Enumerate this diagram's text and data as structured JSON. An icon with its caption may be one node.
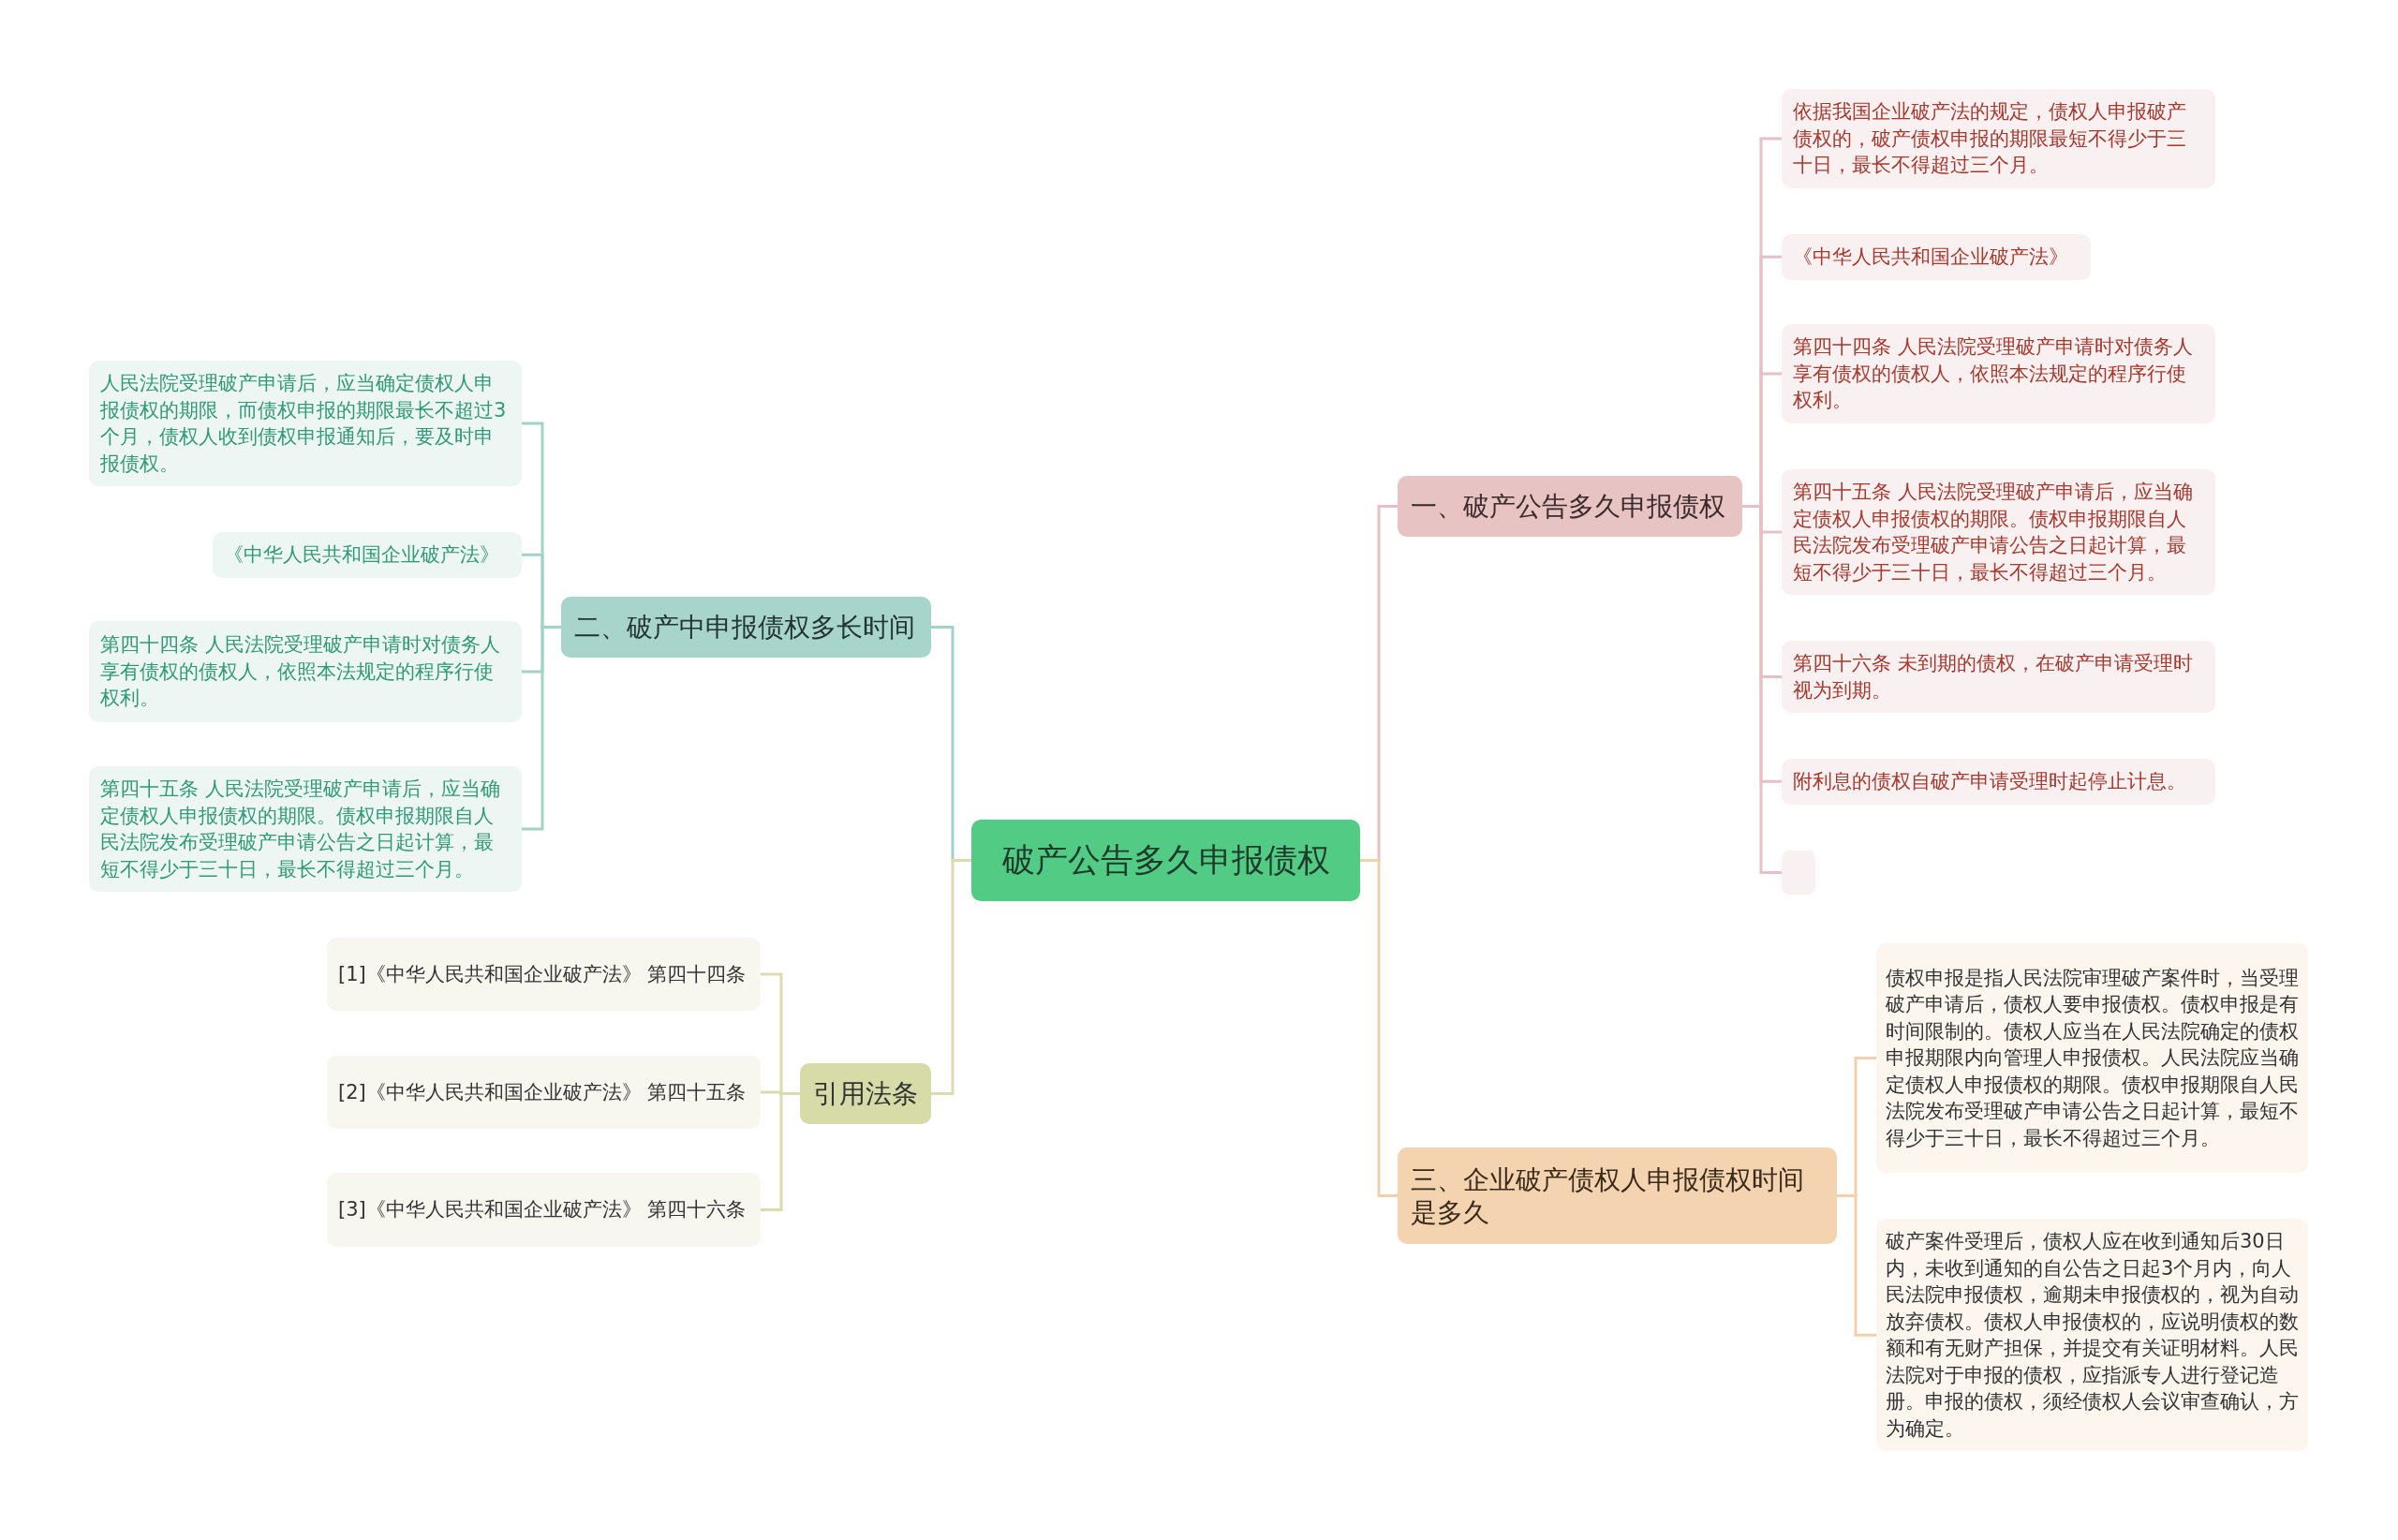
{
  "diagram": {
    "nodes": [
      {
        "text": [
          "破产公告多久申报债权"
        ]
      },
      {
        "text": [
          "一、破产公告多久申报债权"
        ]
      },
      {
        "text": [
          "依据我国企业破产法的规定，债权人申报破产债权的，破产债权申报的期限最短不得少于三十日，最长不得超过三个月。"
        ]
      },
      {
        "text": [
          "《中华人民共和国企业破产法》"
        ]
      },
      {
        "text": [
          "第四十四条 人民法院受理破产申请时对债务人享有债权的债权人，依照本法规定的程序行使权利。"
        ]
      },
      {
        "text": [
          "第四十五条 人民法院受理破产申请后，应当确定债权人申报债权的期限。债权申报期限自人民法院发布受理破产申请公告之日起计算，最短不得少于三十日，最长不得超过三个月。"
        ]
      },
      {
        "text": [
          "第四十六条 未到期的债权，在破产申请受理时视为到期。"
        ]
      },
      {
        "text": [
          "附利息的债权自破产申请受理时起停止计息。"
        ]
      },
      {
        "text": [],
        "shape": "box"
      },
      {
        "text": [
          "二、破产中申报债权多长时间"
        ]
      },
      {
        "text": [
          "人民法院受理破产申请后，应当确定债权人申报债权的期限，而债权申报的期限最长不超过3个月，债权人收到债权申报通知后，要及时申报债权。"
        ]
      },
      {
        "text": [
          "《中华人民共和国企业破产法》"
        ]
      },
      {
        "text": [
          "第四十四条 人民法院受理破产申请时对债务人享有债权的债权人，依照本法规定的程序行使权利。"
        ]
      },
      {
        "text": [
          "第四十五条 人民法院受理破产申请后，应当确定债权人申报债权的期限。债权申报期限自人民法院发布受理破产申请公告之日起计算，最短不得少于三十日，最长不得超过三个月。"
        ]
      },
      {
        "text": [
          "三、企业破产债权人申报债权时间是多久"
        ]
      },
      {
        "text": [
          "债权申报是指人民法院审理破产案件时，当受理破产申请后，债权人要申报债权。债权申报是有时间限制的。债权人应当在人民法院确定的债权申报期限内向管理人申报债权。人民法院应当确定债权人申报债权的期限。债权申报期限自人民法院发布受理破产申请公告之日起计算，最短不得少于三十日，最长不得超过三个月。"
        ]
      },
      {
        "text": [
          "破产案件受理后，债权人应在收到通知后30日内，未收到通知的自公告之日起3个月内，向人民法院申报债权，逾期未申报债权的，视为自动放弃债权。债权人申报债权的，应说明债权的数额和有无财产担保，并提交有关证明材料。人民法院对于申报的债权，应指派专人进行登记造册。申报的债权，须经债权人会议审查确认，方为确定。"
        ]
      },
      {
        "text": [
          "引用法条"
        ]
      },
      {
        "text": [
          "[1]《中华人民共和国企业破产法》 第四十四条"
        ]
      },
      {
        "text": [
          "[2]《中华人民共和国企业破产法》 第四十五条"
        ]
      },
      {
        "text": [
          "[3]《中华人民共和国企业破产法》 第四十六条"
        ]
      }
    ],
    "edges": [
      {
        "from": 0,
        "to": 1,
        "arrow": "none",
        "color": "#e6c0c4"
      },
      {
        "from": 1,
        "to": 2,
        "arrow": "none",
        "color": "#e6c0c4"
      },
      {
        "from": 1,
        "to": 3,
        "arrow": "none",
        "color": "#e6c0c4"
      },
      {
        "from": 1,
        "to": 4,
        "arrow": "none",
        "color": "#e6c0c4"
      },
      {
        "from": 1,
        "to": 5,
        "arrow": "none",
        "color": "#e6c0c4"
      },
      {
        "from": 1,
        "to": 6,
        "arrow": "none",
        "color": "#e6c0c4"
      },
      {
        "from": 1,
        "to": 7,
        "arrow": "none",
        "color": "#e6c0c4"
      },
      {
        "from": 1,
        "to": 8,
        "arrow": "none",
        "color": "#e6c0c4"
      },
      {
        "from": 0,
        "to": 9,
        "arrow": "none",
        "color": "#a3d2c7"
      },
      {
        "from": 9,
        "to": 10,
        "arrow": "none",
        "color": "#a3d2c7"
      },
      {
        "from": 9,
        "to": 11,
        "arrow": "none",
        "color": "#a3d2c7"
      },
      {
        "from": 9,
        "to": 12,
        "arrow": "none",
        "color": "#a3d2c7"
      },
      {
        "from": 9,
        "to": 13,
        "arrow": "none",
        "color": "#a3d2c7"
      },
      {
        "from": 0,
        "to": 14,
        "arrow": "none",
        "color": "#f1d1ab"
      },
      {
        "from": 14,
        "to": 15,
        "arrow": "none",
        "color": "#f1d1ab"
      },
      {
        "from": 14,
        "to": 16,
        "arrow": "none",
        "color": "#f1d1ab"
      },
      {
        "from": 0,
        "to": 17,
        "arrow": "none",
        "color": "#d8dcae"
      },
      {
        "from": 17,
        "to": 18,
        "arrow": "none",
        "color": "#d8dcae"
      },
      {
        "from": 17,
        "to": 19,
        "arrow": "none",
        "color": "#d8dcae"
      },
      {
        "from": 17,
        "to": 20,
        "arrow": "none",
        "color": "#d8dcae"
      }
    ]
  }
}
